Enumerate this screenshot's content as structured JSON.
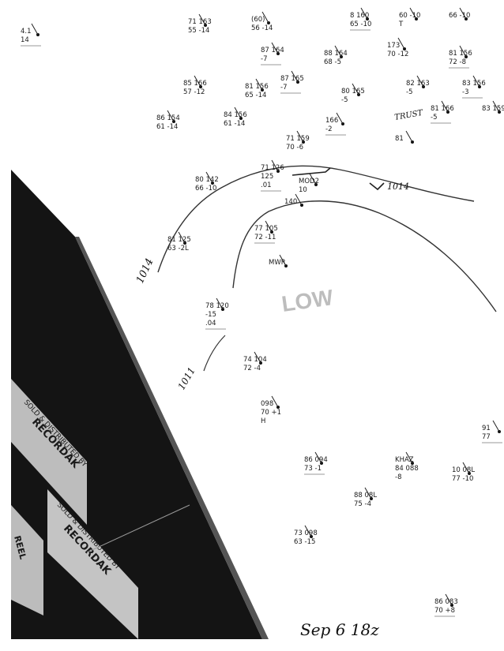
{
  "map": {
    "date_label": "Sep  6  18z",
    "low_label": "LOW",
    "isobar_label_left": "1014",
    "isobar_label_lower": "1011",
    "front_label": "1014",
    "trust_label": "TRUST",
    "stations": [
      {
        "id": "s01",
        "lines": [
          "4.1",
          "14"
        ]
      },
      {
        "id": "s02",
        "lines": [
          "71  163",
          "55  -14"
        ]
      },
      {
        "id": "s03",
        "lines": [
          "(60)",
          "56  -14"
        ]
      },
      {
        "id": "s04",
        "lines": [
          "8  160",
          "65  -10"
        ]
      },
      {
        "id": "s05",
        "lines": [
          "60  -10",
          "T"
        ]
      },
      {
        "id": "s06",
        "lines": [
          "66  -10"
        ]
      },
      {
        "id": "s07",
        "lines": [
          "87  164",
          "  -7"
        ]
      },
      {
        "id": "s08",
        "lines": [
          "88  164",
          "68  -5"
        ]
      },
      {
        "id": "s09",
        "lines": [
          "173",
          "70  -12"
        ]
      },
      {
        "id": "s10",
        "lines": [
          "81  156",
          "72  -8"
        ]
      },
      {
        "id": "s11",
        "lines": [
          "85  166",
          "57  -12"
        ]
      },
      {
        "id": "s12",
        "lines": [
          "81  156",
          "65  -14"
        ]
      },
      {
        "id": "s13",
        "lines": [
          "87  165",
          "-7"
        ]
      },
      {
        "id": "s14",
        "lines": [
          "80  165",
          "  -5"
        ]
      },
      {
        "id": "s15",
        "lines": [
          "82  163",
          "  -5"
        ]
      },
      {
        "id": "s16",
        "lines": [
          "83  156",
          "  -3"
        ]
      },
      {
        "id": "s17",
        "lines": [
          "86  154",
          "61  -14"
        ]
      },
      {
        "id": "s18",
        "lines": [
          "84  156",
          "61  -14"
        ]
      },
      {
        "id": "s19",
        "lines": [
          "81  166",
          "  -5"
        ]
      },
      {
        "id": "s20",
        "lines": [
          "83  159"
        ]
      },
      {
        "id": "s21",
        "lines": [
          "71  159",
          "70  -6"
        ]
      },
      {
        "id": "s22",
        "lines": [
          "166",
          "-2"
        ]
      },
      {
        "id": "s23",
        "lines": [
          "81"
        ]
      },
      {
        "id": "s24",
        "lines": [
          "80  142",
          "66  -10"
        ]
      },
      {
        "id": "s25",
        "lines": [
          "71  126",
          "  125",
          "  .01"
        ]
      },
      {
        "id": "s26",
        "lines": [
          "MOD2",
          "10"
        ]
      },
      {
        "id": "s27",
        "lines": [
          "140"
        ]
      },
      {
        "id": "s28",
        "lines": [
          "77  105",
          "72  -11"
        ]
      },
      {
        "id": "s29",
        "lines": [
          "MWR"
        ]
      },
      {
        "id": "s30",
        "lines": [
          "81  125",
          "63  -2L"
        ]
      },
      {
        "id": "s31",
        "lines": [
          "78  120",
          "  -15",
          "  .04"
        ]
      },
      {
        "id": "s32",
        "lines": [
          "74  104",
          "72  -4"
        ]
      },
      {
        "id": "s33",
        "lines": [
          "098",
          "70  +1",
          "H"
        ]
      },
      {
        "id": "s34",
        "lines": [
          "86  094",
          "73  -1"
        ]
      },
      {
        "id": "s35",
        "lines": [
          "KHAZ",
          "84  088",
          "  -8"
        ]
      },
      {
        "id": "s36",
        "lines": [
          "88  08L",
          "75  -4"
        ]
      },
      {
        "id": "s37",
        "lines": [
          "91",
          "77"
        ]
      },
      {
        "id": "s38",
        "lines": [
          "10  08L",
          "77  -10"
        ]
      },
      {
        "id": "s39",
        "lines": [
          "73  098",
          "63  -15"
        ]
      },
      {
        "id": "s40",
        "lines": [
          "86  083",
          "70  +8"
        ]
      }
    ],
    "recordak_text": [
      "SOLD & DISTRIBUTED BY",
      "RECORDAK",
      "REEL"
    ]
  }
}
